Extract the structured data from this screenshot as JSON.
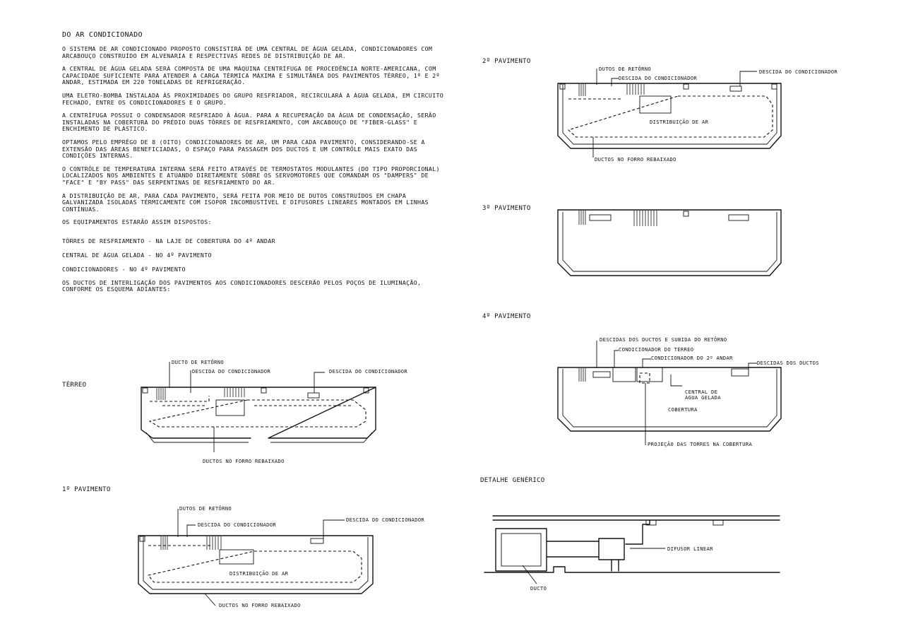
{
  "title": "DO AR CONDICIONADO",
  "paragraphs": [
    "O SISTEMA DE AR CONDICIONADO PROPOSTO CONSISTIRÁ DE UMA CENTRAL DE ÁGUA GELADA, CONDICIONADORES COM ARCABOUÇO CONSTRUÍDO EM ALVENARIA E RESPECTIVAS REDES DE DISTRIBUIÇÃO DE AR.",
    "A CENTRAL DE ÁGUA GELADA SERÁ COMPOSTA DE UMA MÁQUINA CENTRÍFUGA DE PROCEDÊNCIA NORTE-AMERICANA, COM CAPACIDADE SUFICIENTE PARA ATENDER A CARGA TÉRMICA MÁXIMA E SIMULTÂNEA DOS PAVIMENTOS TÉRREO, 1º E 2º ANDAR, ESTIMADA EM 220 TONELADAS DE REFRIGERAÇÃO.",
    "UMA ELETRO-BOMBA INSTALADA ÀS PROXIMIDADES DO GRUPO RESFRIADOR, RECIRCULARÁ A ÁGUA GELADA, EM CIRCUITO FECHADO, ENTRE OS CONDICIONADORES E O GRUPO.",
    "A CENTRÍFUGA POSSUI O CONDENSADOR RESFRIADO À ÁGUA. PARA A RECUPERAÇÃO DA ÁGUA DE CONDENSAÇÃO, SERÃO INSTALADAS NA COBERTURA DO PRÉDIO DUAS TÔRRES DE RESFRIAMENTO, COM ARCABOUÇO DE \"FIBER-GLASS\" E ENCHIMENTO DE PLÁSTICO.",
    "OPTAMOS PELO EMPRÊGO DE 8 (OITO) CONDICIONADORES DE AR, UM PARA CADA PAVIMENTO, CONSIDERANDO-SE A EXTENSÃO DAS ÁREAS BENEFICIADAS, O ESPAÇO PARA PASSAGEM DOS DUCTOS E UM CONTRÔLE MAIS EXATO DAS CONDIÇÕES INTERNAS.",
    "O CONTRÔLE DE TEMPERATURA INTERNA SERÁ FEITO ATRAVÉS DE TERMOSTATOS MODULANTES (DO TIPO PROPORCIONAL) LOCALIZADOS NOS AMBIENTES E ATUANDO DIRETAMENTE SÔBRE OS SERVOMOTORES QUE COMANDAM OS \"DAMPERS\" DE \"FACE\" E \"BY PASS\" DAS SERPENTINAS DE RESFRIAMENTO DO AR.",
    "A DISTRIBUIÇÃO DE AR, PARA CADA PAVIMENTO, SERÁ FEITA POR MEIO DE DUTOS CONSTRUÍDOS EM CHAPA GALVANIZADA ISOLADAS TÉRMICAMENTE COM ISOPOR INCOMBUSTÍVEL E DIFUSORES LINEARES MONTADOS EM LINHAS CONTÍNUAS.",
    "OS EQUIPAMENTOS ESTARÃO ASSIM DISPOSTOS:"
  ],
  "equipment": [
    "TÔRRES DE RESFRIAMENTO - NA LAJE DE COBERTURA DO 4º ANDAR",
    "CENTRAL DE ÁGUA GELADA - NO 4º PAVIMENTO",
    "CONDICIONADORES - NO 4º PAVIMENTO"
  ],
  "closing": "OS DUCTOS DE INTERLIGAÇÃO DOS PAVIMENTOS AOS CONDICIONADORES DESCERÃO PELOS POÇOS DE ILUMINAÇÃO, CONFORME OS ESQUEMA ADIANTES:",
  "floors": {
    "terreo": {
      "label": "TÉRREO",
      "callouts": [
        "DUCTO DE RETÔRNO",
        "DESCIDA DO CONDICIONADOR",
        "DESCIDA DO CONDICIONADOR",
        "DUCTOS NO FORRO REBAIXADO"
      ]
    },
    "p1": {
      "label": "1º PAVIMENTO",
      "callouts": [
        "DUTOS DE RETÔRNO",
        "DESCIDA DO CONDICIONADOR",
        "DESCIDA DO CONDICIONADOR",
        "DISTRIBUIÇÃO DE AR",
        "DUCTOS NO FORRO REBAIXADO"
      ]
    },
    "p2": {
      "label": "2º PAVIMENTO",
      "callouts": [
        "DUTOS DE RETÔRNO",
        "DESCIDA DO CONDICIONADOR",
        "DESCIDA DO CONDICIONADOR",
        "DISTRIBUIÇÃO DE AR",
        "DUCTOS NO FORRO REBAIXADO"
      ]
    },
    "p3": {
      "label": "3º PAVIMENTO"
    },
    "p4": {
      "label": "4º PAVIMENTO",
      "callouts": [
        "DESCIDAS DOS DUCTOS E SUBIDA DO RETÔRNO",
        "CONDICIONADOR DO TÉRREO",
        "CONDICIONADOR DO 2º ANDAR",
        "DESCIDAS DOS DUCTOS",
        "CENTRAL DE ÁGUA GELADA",
        "COBERTURA",
        "PROJEÇÃO DAS TORRES NA COBERTURA"
      ]
    }
  },
  "detail": {
    "label": "DETALHE GENÉRICO",
    "callouts": [
      "DIFUSOR LINEAR",
      "DUCTO"
    ]
  }
}
